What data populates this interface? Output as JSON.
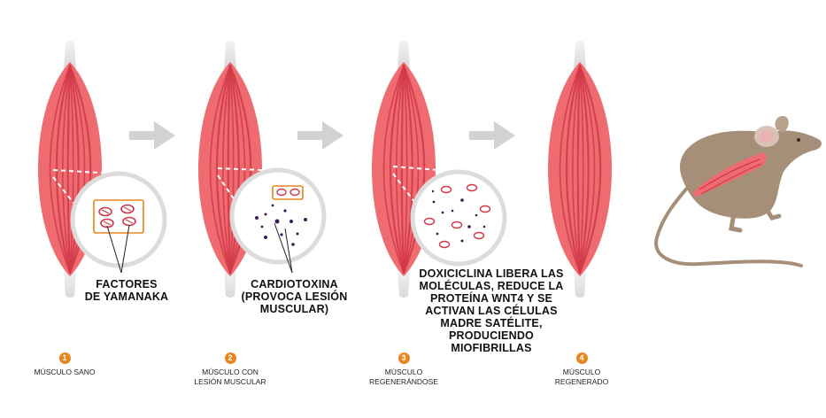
{
  "colors": {
    "muscle": "#ee6b70",
    "muscle_stripe": "#d13848",
    "tendon": "#e6e6e6",
    "arrow": "#d2d2d2",
    "circle_ring": "#dcdcdc",
    "orange": "#e5861e",
    "dot": "#3a1c52",
    "mouse": "#a58f79"
  },
  "steps": [
    {
      "number": "1",
      "caption_lines": [
        "MÚSCULO SANO"
      ]
    },
    {
      "number": "2",
      "caption_lines": [
        "MÚSCULO CON",
        "LESIÓN MUSCULAR"
      ]
    },
    {
      "number": "3",
      "caption_lines": [
        "MÚSCULO",
        "REGENERÁNDOSE"
      ]
    },
    {
      "number": "4",
      "caption_lines": [
        "MÚSCULO",
        "REGENERADO"
      ]
    }
  ],
  "annotations": {
    "factores": [
      "FACTORES",
      "DE YAMANAKA"
    ],
    "cardiotoxina": [
      "CARDIOTOXINA",
      "(PROVOCA LESIÓN",
      "MUSCULAR)"
    ],
    "doxiciclina": [
      "DOXICICLINA LIBERA LAS",
      "MOLÉCULAS, REDUCE LA",
      "PROTEÍNA WNT4 Y SE",
      "ACTIVAN LAS CÉLULAS",
      "MADRE SATÉLITE,",
      "PRODUCIENDO",
      "MIOFIBRILLAS"
    ]
  },
  "icons": [
    "muscle-icon",
    "arrow-right-icon",
    "zoom-circle",
    "mouse-icon"
  ]
}
